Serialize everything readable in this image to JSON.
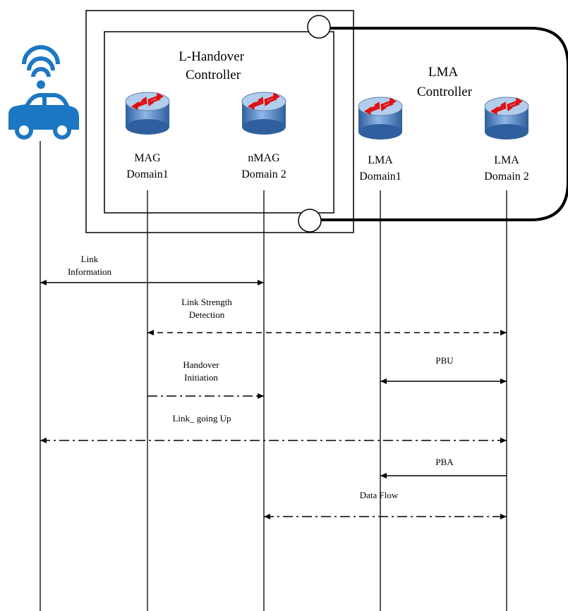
{
  "controllers": {
    "handover": [
      "L-Handover",
      "Controller"
    ],
    "lma": [
      "LMA",
      "Controller"
    ]
  },
  "nodes": [
    {
      "id": "car",
      "label": []
    },
    {
      "id": "mag",
      "label": [
        "MAG",
        "Domain1"
      ]
    },
    {
      "id": "nmag",
      "label": [
        "nMAG",
        "Domain 2"
      ]
    },
    {
      "id": "lma1",
      "label": [
        "LMA",
        "Domain1"
      ]
    },
    {
      "id": "lma2",
      "label": [
        "LMA",
        "Domain 2"
      ]
    }
  ],
  "messages": [
    {
      "label": [
        "Link",
        "Information"
      ],
      "from": "car",
      "to": "nmag",
      "style": "solid",
      "arrows": "both"
    },
    {
      "label": [
        "Link Strength",
        "Detection"
      ],
      "from": "mag",
      "to": "lma2",
      "style": "dashed",
      "arrows": "both"
    },
    {
      "label": [
        "PBU"
      ],
      "from": "lma1",
      "to": "lma2",
      "style": "solid",
      "arrows": "both"
    },
    {
      "label": [
        "Handover",
        "Initiation"
      ],
      "from": "mag",
      "to": "nmag",
      "style": "dashdot",
      "arrows": "end"
    },
    {
      "label": [
        "Link_ going Up"
      ],
      "from": "car",
      "to": "lma2",
      "style": "dashdot",
      "arrows": "both"
    },
    {
      "label": [
        "PBA"
      ],
      "from": "lma2",
      "to": "lma1",
      "style": "solid",
      "arrows": "end"
    },
    {
      "label": [
        "Data Flow"
      ],
      "from": "nmag",
      "to": "lma2",
      "style": "dashdot",
      "arrows": "both"
    }
  ],
  "colors": {
    "router_top": "#a9c6e8",
    "router_body": "#5b8fd2",
    "router_arrow": "#e01010",
    "car": "#1d77c2"
  }
}
